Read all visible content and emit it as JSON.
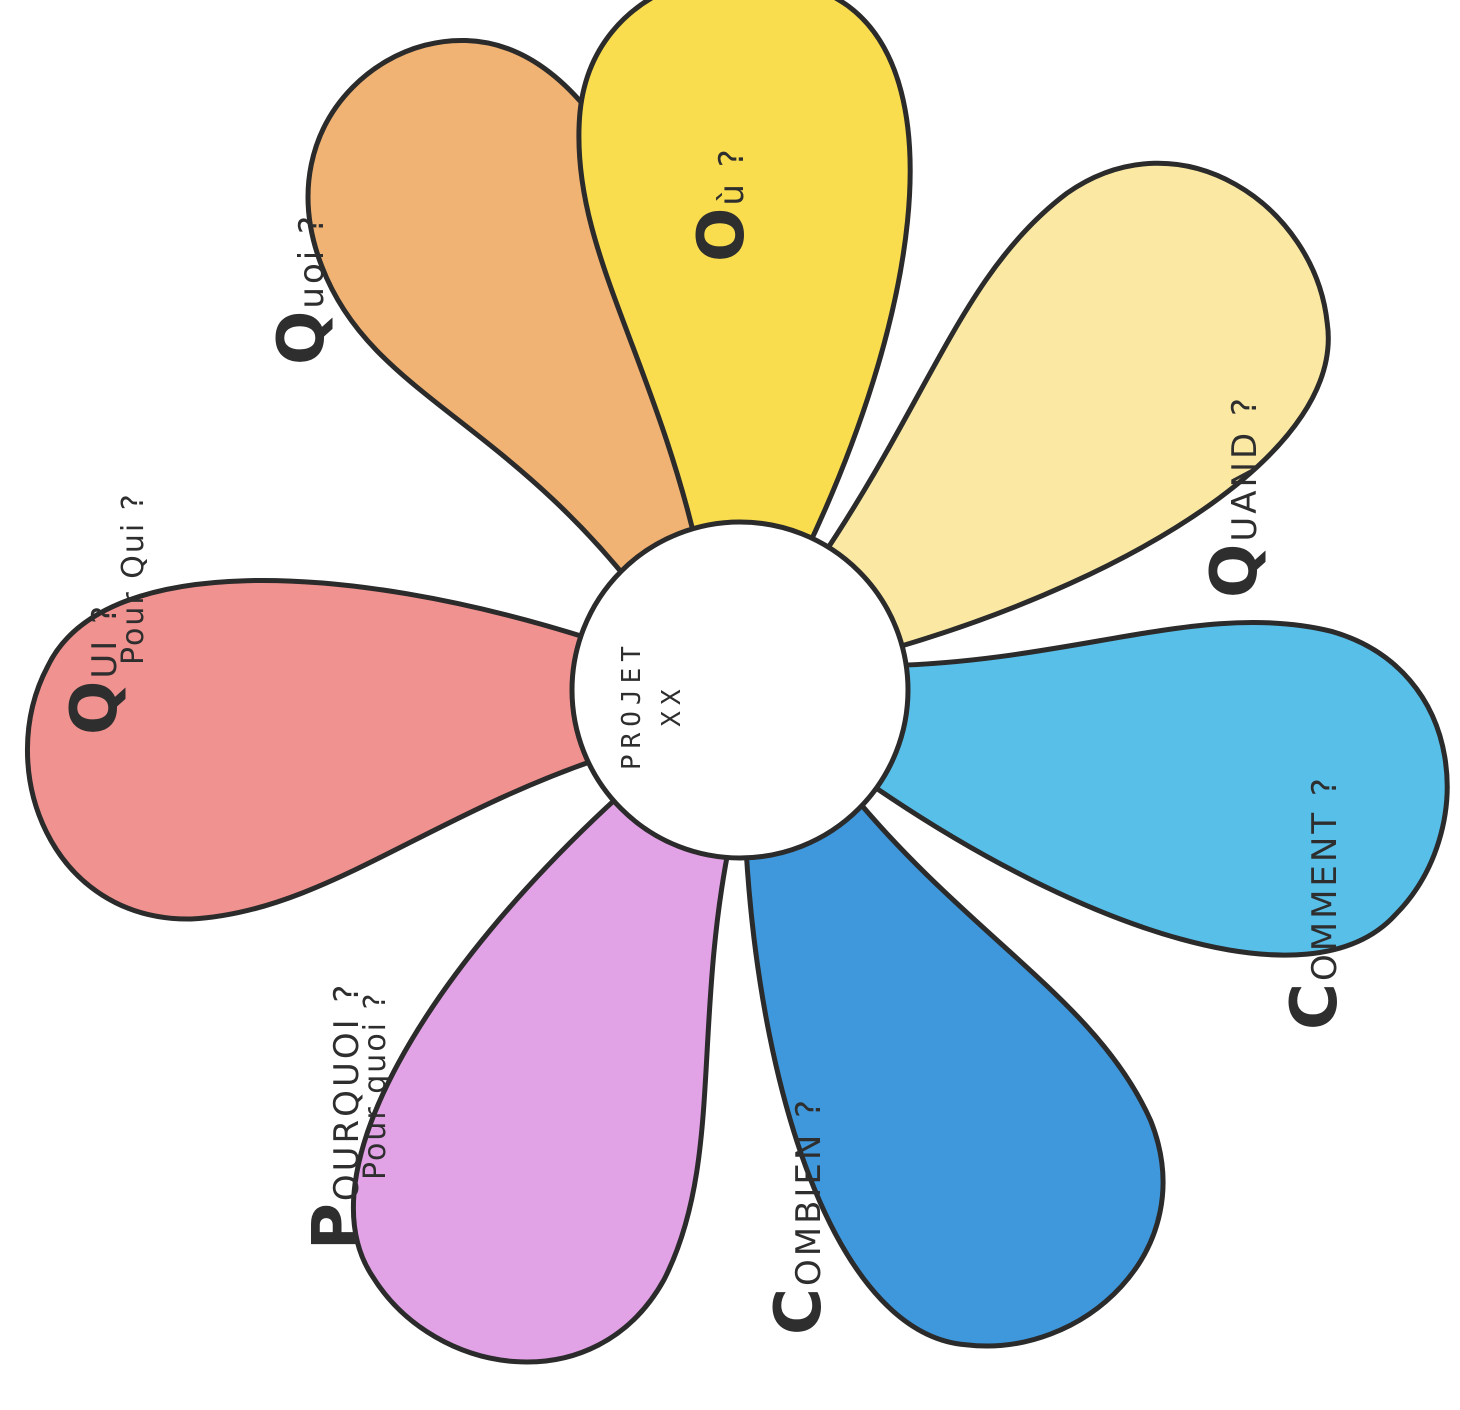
{
  "center": {
    "line1": "PROJET",
    "line2": "XX"
  },
  "petals": [
    {
      "id": "quoi",
      "color": "#f1b373",
      "big": "Q",
      "rest": "uoi ?",
      "second": ""
    },
    {
      "id": "ou",
      "color": "#f9dd4f",
      "big": "O",
      "rest": "ù ?",
      "second": ""
    },
    {
      "id": "quand",
      "color": "#fbe9a3",
      "big": "Q",
      "rest": "UAND ?",
      "second": ""
    },
    {
      "id": "comment",
      "color": "#58bfe9",
      "big": "C",
      "rest": "OMMENT ?",
      "second": ""
    },
    {
      "id": "combien",
      "color": "#3f98dc",
      "big": "C",
      "rest": "OMBIEN ?",
      "second": ""
    },
    {
      "id": "pourquoi",
      "color": "#e2a3e6",
      "big": "P",
      "rest": "OURQUOI ?",
      "second": "Pour quoi ?"
    },
    {
      "id": "qui",
      "color": "#f0928f",
      "big": "Q",
      "rest": "UI ?",
      "second": "Pour Qui ?"
    }
  ]
}
